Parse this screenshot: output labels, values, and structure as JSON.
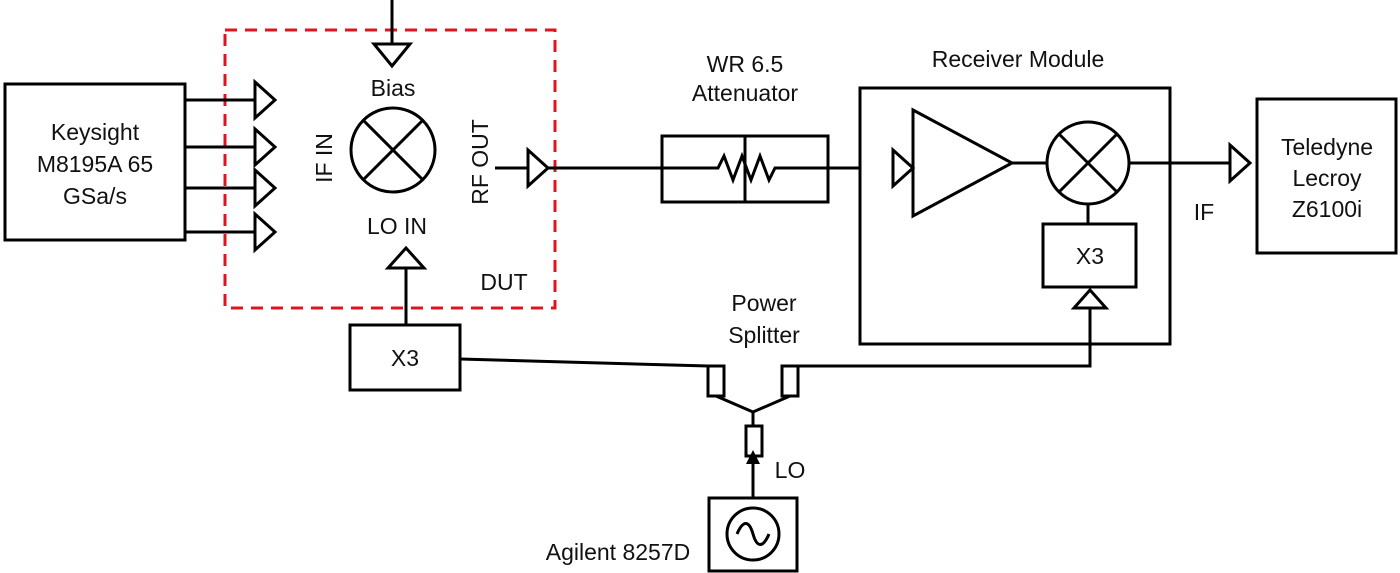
{
  "awg": {
    "line1": "Keysight",
    "line2": "M8195A 65",
    "line3": "GSa/s"
  },
  "dut": {
    "label": "DUT",
    "bias": "Bias",
    "if_in": "IF IN",
    "lo_in": "LO IN",
    "rf_out": "RF OUT"
  },
  "attenuator": {
    "line1": "WR 6.5",
    "line2": "Attenuator"
  },
  "receiver": {
    "title": "Receiver Module",
    "multiplier": "X3"
  },
  "scope": {
    "line1": "Teledyne",
    "line2": "Lecroy",
    "line3": "Z6100i"
  },
  "if_label": "IF",
  "lo_multiplier": {
    "label": "X3"
  },
  "splitter": {
    "line1": "Power",
    "line2": "Splitter"
  },
  "lo_label": "LO",
  "signal_generator": {
    "label": "Agilent 8257D"
  },
  "colors": {
    "line": "#000000",
    "dut_border": "#e0141e"
  }
}
